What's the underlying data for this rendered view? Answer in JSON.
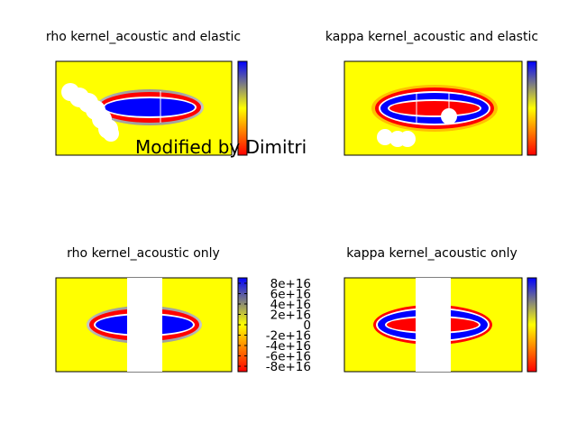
{
  "chart_data": [
    {
      "type": "heatmap",
      "title": "rho kernel_acoustic and elastic",
      "pattern": "rho",
      "colormap": [
        "#ff0000",
        "#ffff00",
        "#0000ff"
      ],
      "colorbar": true
    },
    {
      "type": "heatmap",
      "title": "kappa kernel_acoustic and elastic",
      "pattern": "kappa",
      "colormap": [
        "#ff0000",
        "#ffff00",
        "#0000ff"
      ],
      "colorbar": true
    },
    {
      "type": "heatmap",
      "title": "rho kernel_acoustic only",
      "pattern": "rho",
      "colormap": [
        "#ff0000",
        "#ffff00",
        "#0000ff"
      ],
      "colorbar": true,
      "colorbar_ticks": [
        "8e+16",
        "6e+16",
        "4e+16",
        "2e+16",
        "0",
        "-2e+16",
        "-4e+16",
        "-6e+16",
        "-8e+16"
      ],
      "colorbar_range": [
        -80000000000000000,
        80000000000000000
      ]
    },
    {
      "type": "heatmap",
      "title": "kappa kernel_acoustic only",
      "pattern": "kappa",
      "colormap": [
        "#ff0000",
        "#ffff00",
        "#0000ff"
      ],
      "colorbar": true
    }
  ],
  "annotation": {
    "text": "Modified by Dimitri"
  }
}
